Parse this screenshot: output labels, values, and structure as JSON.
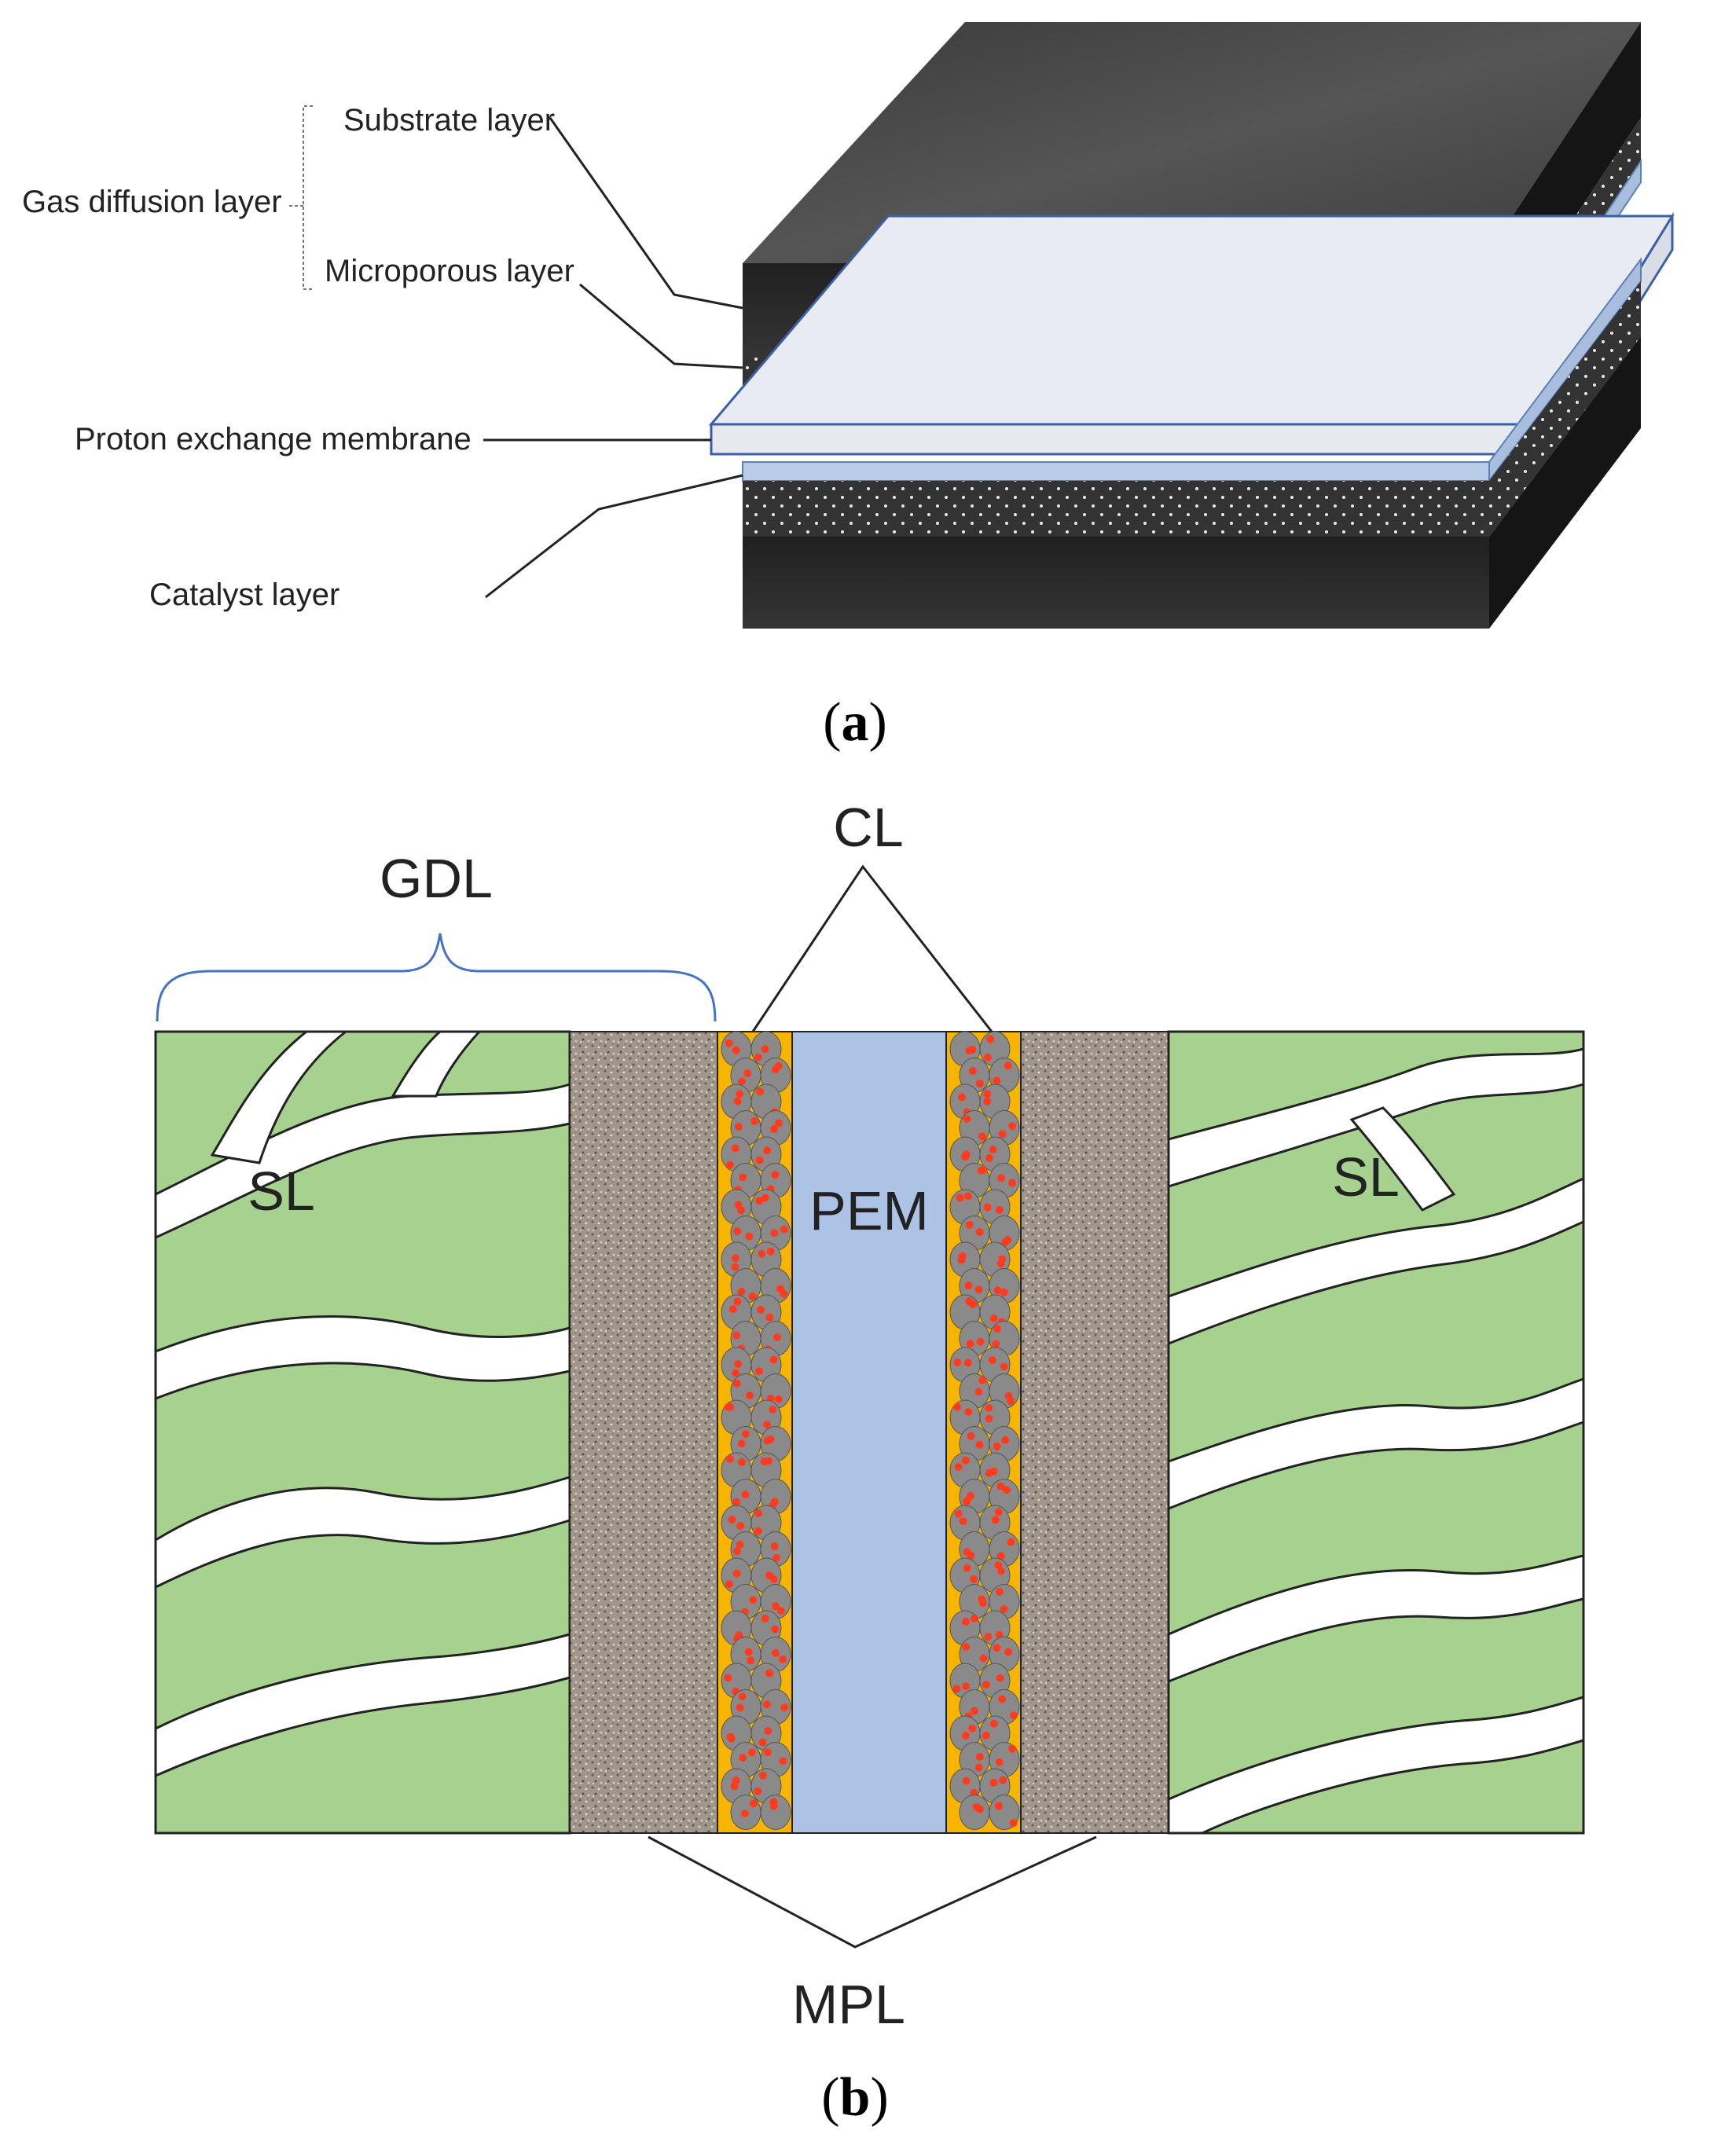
{
  "panel_a": {
    "caption_letter": "a",
    "labels": {
      "substrate": "Substrate layer",
      "gdl": "Gas diffusion layer",
      "microporous": "Microporous layer",
      "pem": "Proton exchange membrane",
      "catalyst": "Catalyst layer"
    }
  },
  "panel_b": {
    "caption_letter": "b",
    "labels": {
      "gdl": "GDL",
      "cl": "CL",
      "sl_left": "SL",
      "sl_right": "SL",
      "pem": "PEM",
      "mpl": "MPL"
    }
  },
  "colors": {
    "substrate_dark": "#2b2b2b",
    "substrate_top": "#4a4a4a",
    "mpl_dots": "#3a3a3a",
    "pem_light": "#e8ecf2",
    "catalyst_blue": "#b9cde8",
    "sl_green": "#a6d18f",
    "mpl_granular": "#a0968c",
    "cl_yellow": "#f7b500",
    "particle_gray": "#8a8a8a",
    "particle_red": "#ff3b1f",
    "pem_blue": "#adc3e6",
    "gdl_bracket": "#4472c4"
  }
}
